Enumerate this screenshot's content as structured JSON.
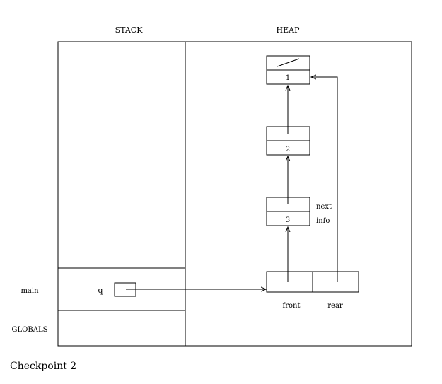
{
  "regions": {
    "stack": "STACK",
    "heap": "HEAP"
  },
  "frames": {
    "main": "main",
    "globals": "GLOBALS"
  },
  "variables": {
    "q": "q"
  },
  "nodes": [
    {
      "info": "1",
      "next": "null"
    },
    {
      "info": "2",
      "next": "node-1"
    },
    {
      "info": "3",
      "next": "node-2"
    }
  ],
  "field_labels": {
    "next": "next",
    "info": "info"
  },
  "queue": {
    "front": "front",
    "rear": "rear"
  },
  "caption": "Checkpoint 2"
}
